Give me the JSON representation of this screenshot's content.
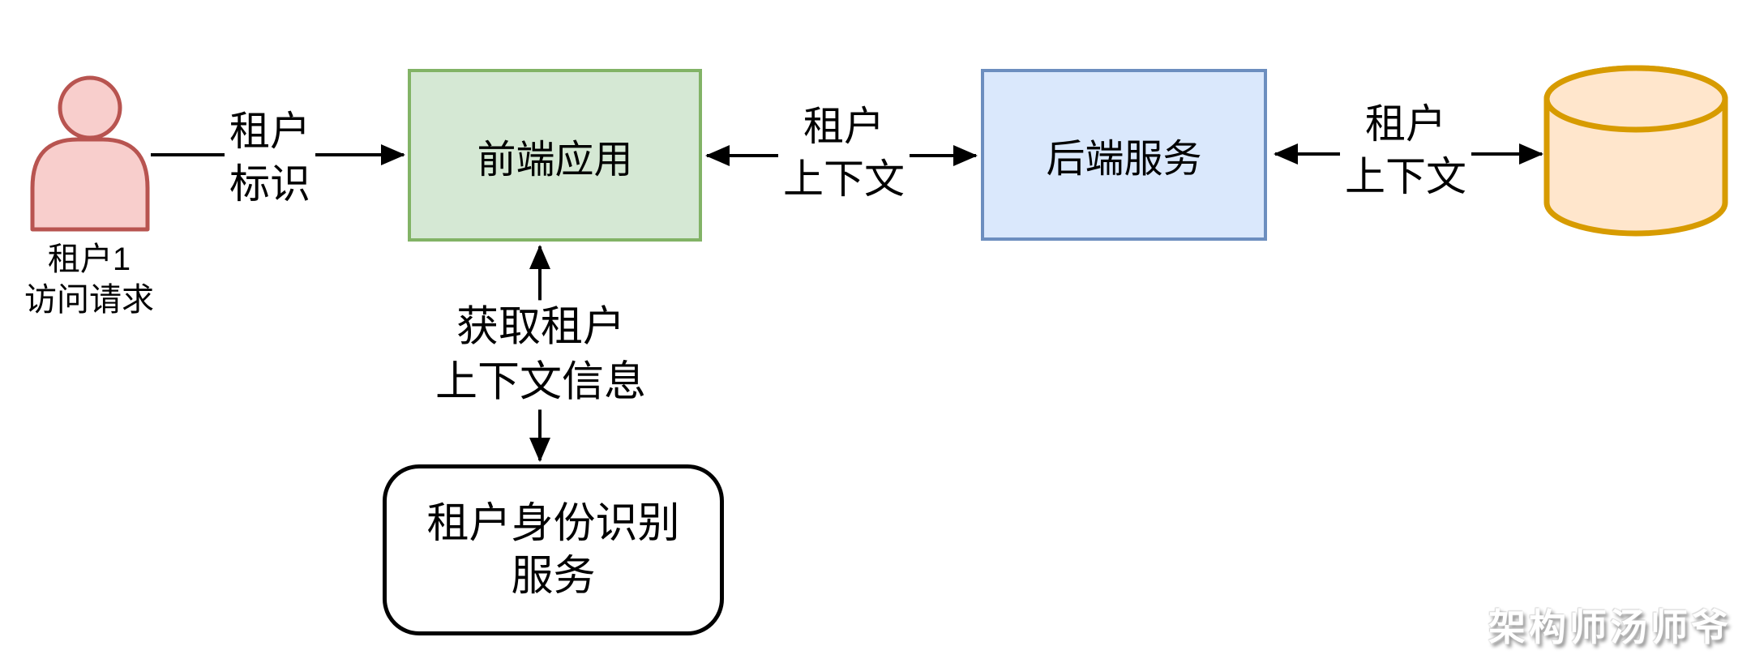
{
  "diagram": {
    "type": "architecture-flow",
    "background": "#ffffff",
    "nodes": {
      "tenant_user": {
        "caption": "租户1\n访问请求",
        "icon": "person-icon",
        "fill": "#f8cecc",
        "border": "#b85450"
      },
      "frontend_app": {
        "label": "前端应用",
        "fill": "#d5e8d4",
        "border": "#82b366"
      },
      "backend_service": {
        "label": "后端服务",
        "fill": "#dae8fc",
        "border": "#6c8ebf"
      },
      "tenant_identity_service": {
        "label": "租户身份识别\n服务",
        "fill": "#ffffff",
        "border": "#000000"
      },
      "database": {
        "icon": "database-cylinder-icon",
        "fill": "#ffe6cc",
        "border": "#d79b00"
      }
    },
    "edges": {
      "tenant_id": {
        "label": "租户\n标识",
        "from": "tenant_user",
        "to": "frontend_app",
        "direction": "one-way"
      },
      "tenant_context_front_back": {
        "label": "租户\n上下文",
        "from": "frontend_app",
        "to": "backend_service",
        "direction": "two-way"
      },
      "tenant_context_back_db": {
        "label": "租户\n上下文",
        "from": "backend_service",
        "to": "database",
        "direction": "two-way"
      },
      "get_tenant_context": {
        "label": "获取租户\n上下文信息",
        "from": "frontend_app",
        "to": "tenant_identity_service",
        "direction": "two-way"
      }
    },
    "watermark": "架构师汤师爷",
    "line_color": "#000000"
  }
}
